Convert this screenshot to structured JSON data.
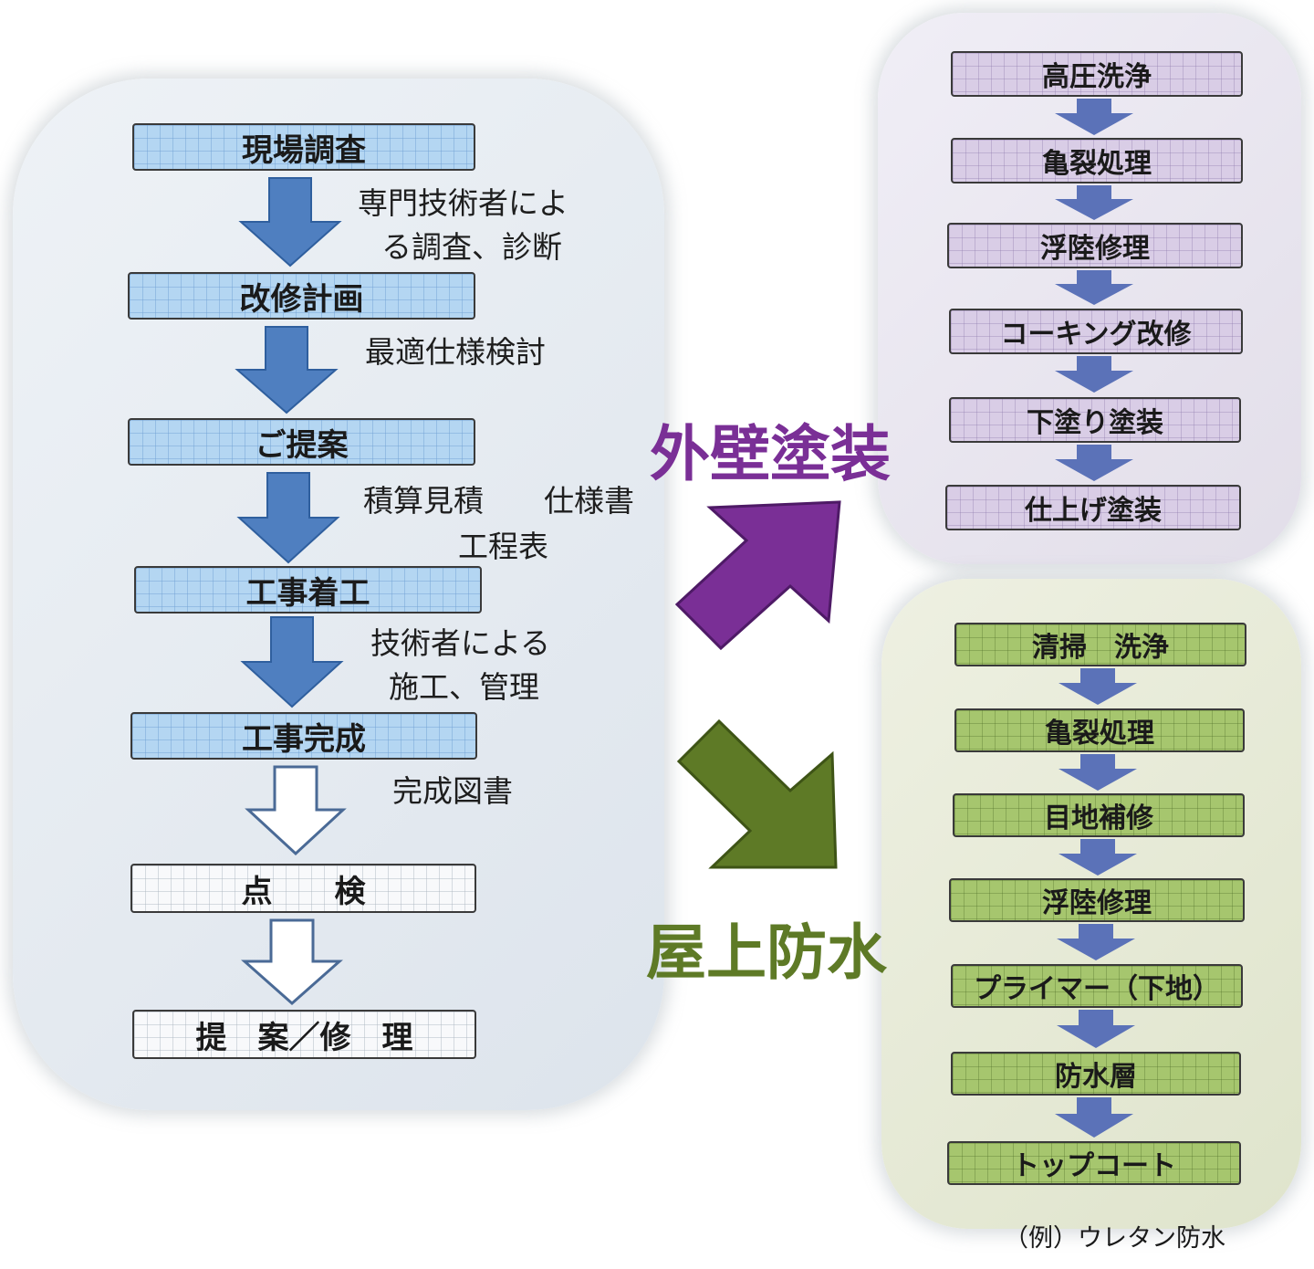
{
  "main_flow": {
    "steps": [
      "現場調査",
      "改修計画",
      "ご提案",
      "工事着工",
      "工事完成",
      "点　　検",
      "提　案／修　理"
    ],
    "notes": {
      "n1_line1": "専門技術者によ",
      "n1_line2": "る調査、診断",
      "n2": "最適仕様検討",
      "n3_line1": "積算見積　　仕様書",
      "n3_line2": "工程表",
      "n4_line1": "技術者による",
      "n4_line2": "施工、管理",
      "n5": "完成図書"
    }
  },
  "exterior_paint": {
    "label": "外壁塗装",
    "color": "#7a2f96",
    "steps": [
      "高圧洗浄",
      "亀裂処理",
      "浮陸修理",
      "コーキング改修",
      "下塗り塗装",
      "仕上げ塗装"
    ]
  },
  "rooftop_waterproof": {
    "label": "屋上防水",
    "color": "#5e7a26",
    "steps": [
      "清掃　洗浄",
      "亀裂処理",
      "目地補修",
      "浮陸修理",
      "プライマー（下地）",
      "防水層",
      "トップコート"
    ],
    "caption": "（例）ウレタン防水"
  },
  "colors": {
    "flow_arrow": "#4f7fc0",
    "flow_arrow_border": "#2f5f9e",
    "step_blue": "#b4d6f2",
    "step_purple": "#d9cde6",
    "step_green": "#a6c66e",
    "small_arrow": "#5b72b8"
  }
}
